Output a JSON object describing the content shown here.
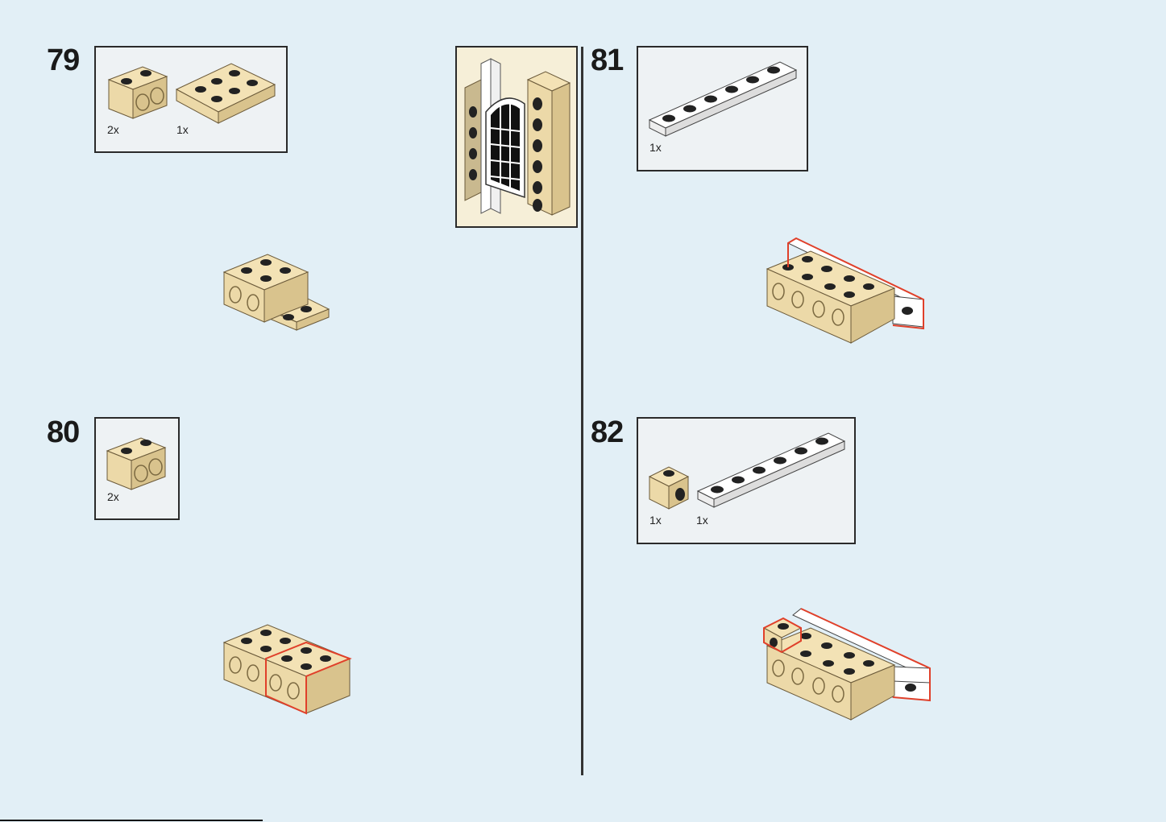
{
  "colors": {
    "background": "#e2eff6",
    "tan_brick": "#ecd9a8",
    "tan_dark": "#cfb984",
    "white_plate": "#ffffff",
    "highlight": "#e0402a"
  },
  "steps": [
    {
      "number": "79",
      "parts": [
        {
          "qty": "2x",
          "part": "tan-brick-1x2-with-holes"
        },
        {
          "qty": "1x",
          "part": "tan-plate-2x3"
        }
      ]
    },
    {
      "number": "80",
      "parts": [
        {
          "qty": "2x",
          "part": "tan-brick-1x2-with-holes"
        }
      ]
    },
    {
      "number": "81",
      "parts": [
        {
          "qty": "1x",
          "part": "white-plate-1x6"
        }
      ]
    },
    {
      "number": "82",
      "parts": [
        {
          "qty": "1x",
          "part": "tan-brick-1x1-with-stud-side"
        },
        {
          "qty": "1x",
          "part": "white-plate-1x6"
        }
      ]
    }
  ]
}
